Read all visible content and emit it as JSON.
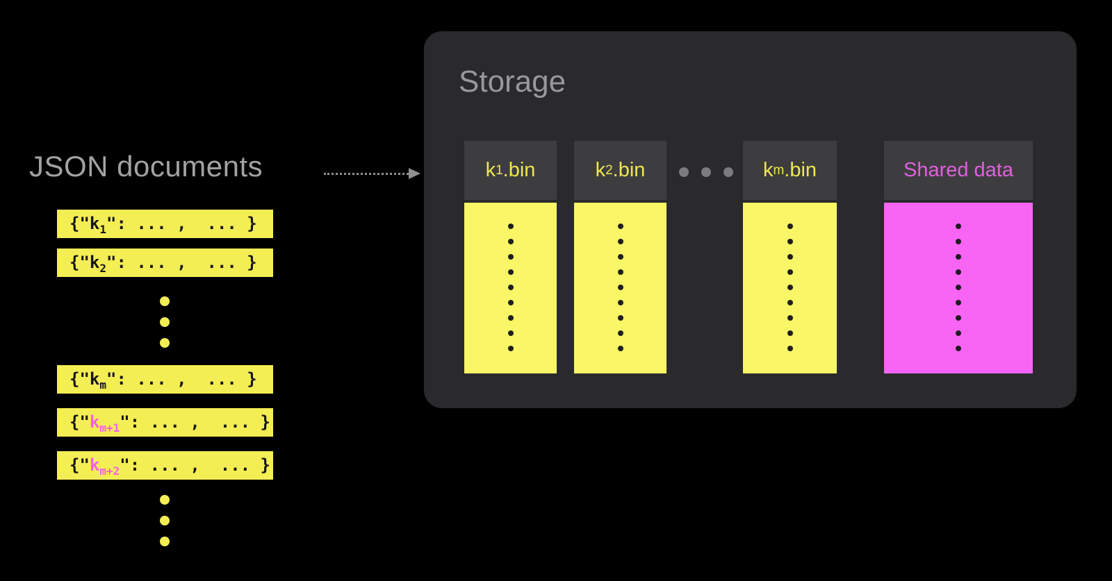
{
  "left": {
    "title": "JSON documents",
    "rows": [
      {
        "pre": "{\"",
        "key": "k",
        "sub": "1",
        "post": "\": ... ,  ... }",
        "highlight": false
      },
      {
        "pre": "{\"",
        "key": "k",
        "sub": "2",
        "post": "\": ... ,  ... }",
        "highlight": false
      },
      {
        "pre": "{\"",
        "key": "k",
        "sub": "m",
        "post": "\": ... ,  ... }",
        "highlight": false
      },
      {
        "pre": "{\"",
        "key": "k",
        "sub": "m+1",
        "post": "\": ... ,  ... }",
        "highlight": true
      },
      {
        "pre": "{\"",
        "key": "k",
        "sub": "m+2",
        "post": "\": ... ,  ... }",
        "highlight": true
      }
    ]
  },
  "storage": {
    "title": "Storage",
    "bin_columns": [
      {
        "key": "k",
        "sub": "1",
        "ext": ".bin"
      },
      {
        "key": "k",
        "sub": "2",
        "ext": ".bin"
      },
      {
        "key": "k",
        "sub": "m",
        "ext": ".bin"
      }
    ],
    "shared_column": {
      "label": "Shared data"
    }
  },
  "colors": {
    "background": "#000000",
    "panel": "#2a2a2c",
    "column_header": "#3d3d3f",
    "row_yellow": "#f4ee55",
    "column_yellow": "#f9f667",
    "shared_magenta": "#f864f4",
    "shared_label_magenta": "#e160df",
    "highlight_pink": "#f75fe8",
    "header_label_yellow": "#f0e84e",
    "gray_text": "#a2a2a2",
    "arrow_gray": "#8f8f8f"
  }
}
